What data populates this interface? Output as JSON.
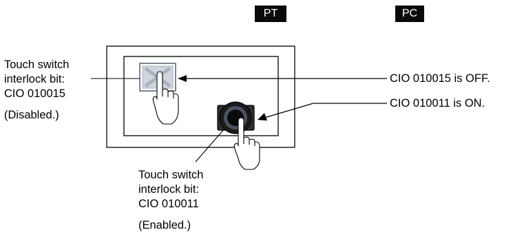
{
  "badges": {
    "pt": "PT",
    "pc": "PC"
  },
  "left_callout": {
    "line1": "Touch switch",
    "line2": "interlock bit:",
    "line3": "CIO 010015",
    "state": "(Disabled.)"
  },
  "bottom_callout": {
    "line1": "Touch switch",
    "line2": "interlock bit:",
    "line3": "CIO 010011",
    "state": "(Enabled.)"
  },
  "pc_status": {
    "off_line": "CIO 010015 is OFF.",
    "on_line": "CIO 010011 is ON."
  },
  "colors": {
    "badge_bg": "#0a0a0a",
    "frame": "#000000",
    "disabled_switch": "#b7c0ca"
  }
}
